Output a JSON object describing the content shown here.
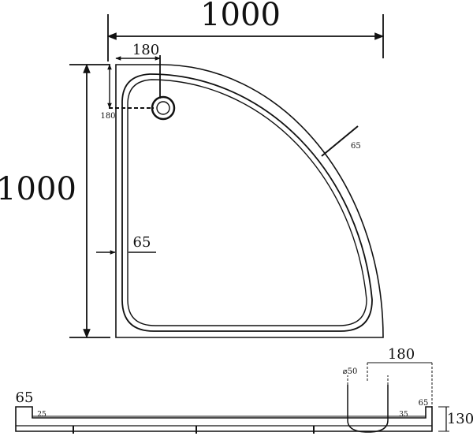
{
  "plan": {
    "overall_width": "1000",
    "overall_depth": "1000",
    "drain_offset_x": "180",
    "drain_offset_y": "180",
    "rim_width_side": "65",
    "rim_width_curve": "65"
  },
  "section": {
    "rim_left": "65",
    "rim_right": "65",
    "lip_left": "25",
    "lip_right": "35",
    "drain_offset": "180",
    "drain_diameter": "⌀50",
    "height": "130"
  }
}
